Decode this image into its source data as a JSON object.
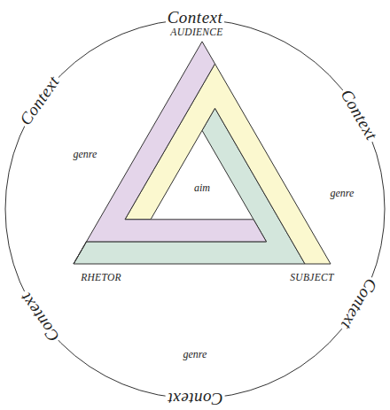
{
  "diagram": {
    "labels": [
      "Context",
      "Context",
      "Context",
      "AUDIENCE",
      "genre",
      "aim",
      "genre",
      "RHETOR",
      "SUBJECT",
      "Context",
      "Context",
      "genre",
      "Context"
    ]
  }
}
